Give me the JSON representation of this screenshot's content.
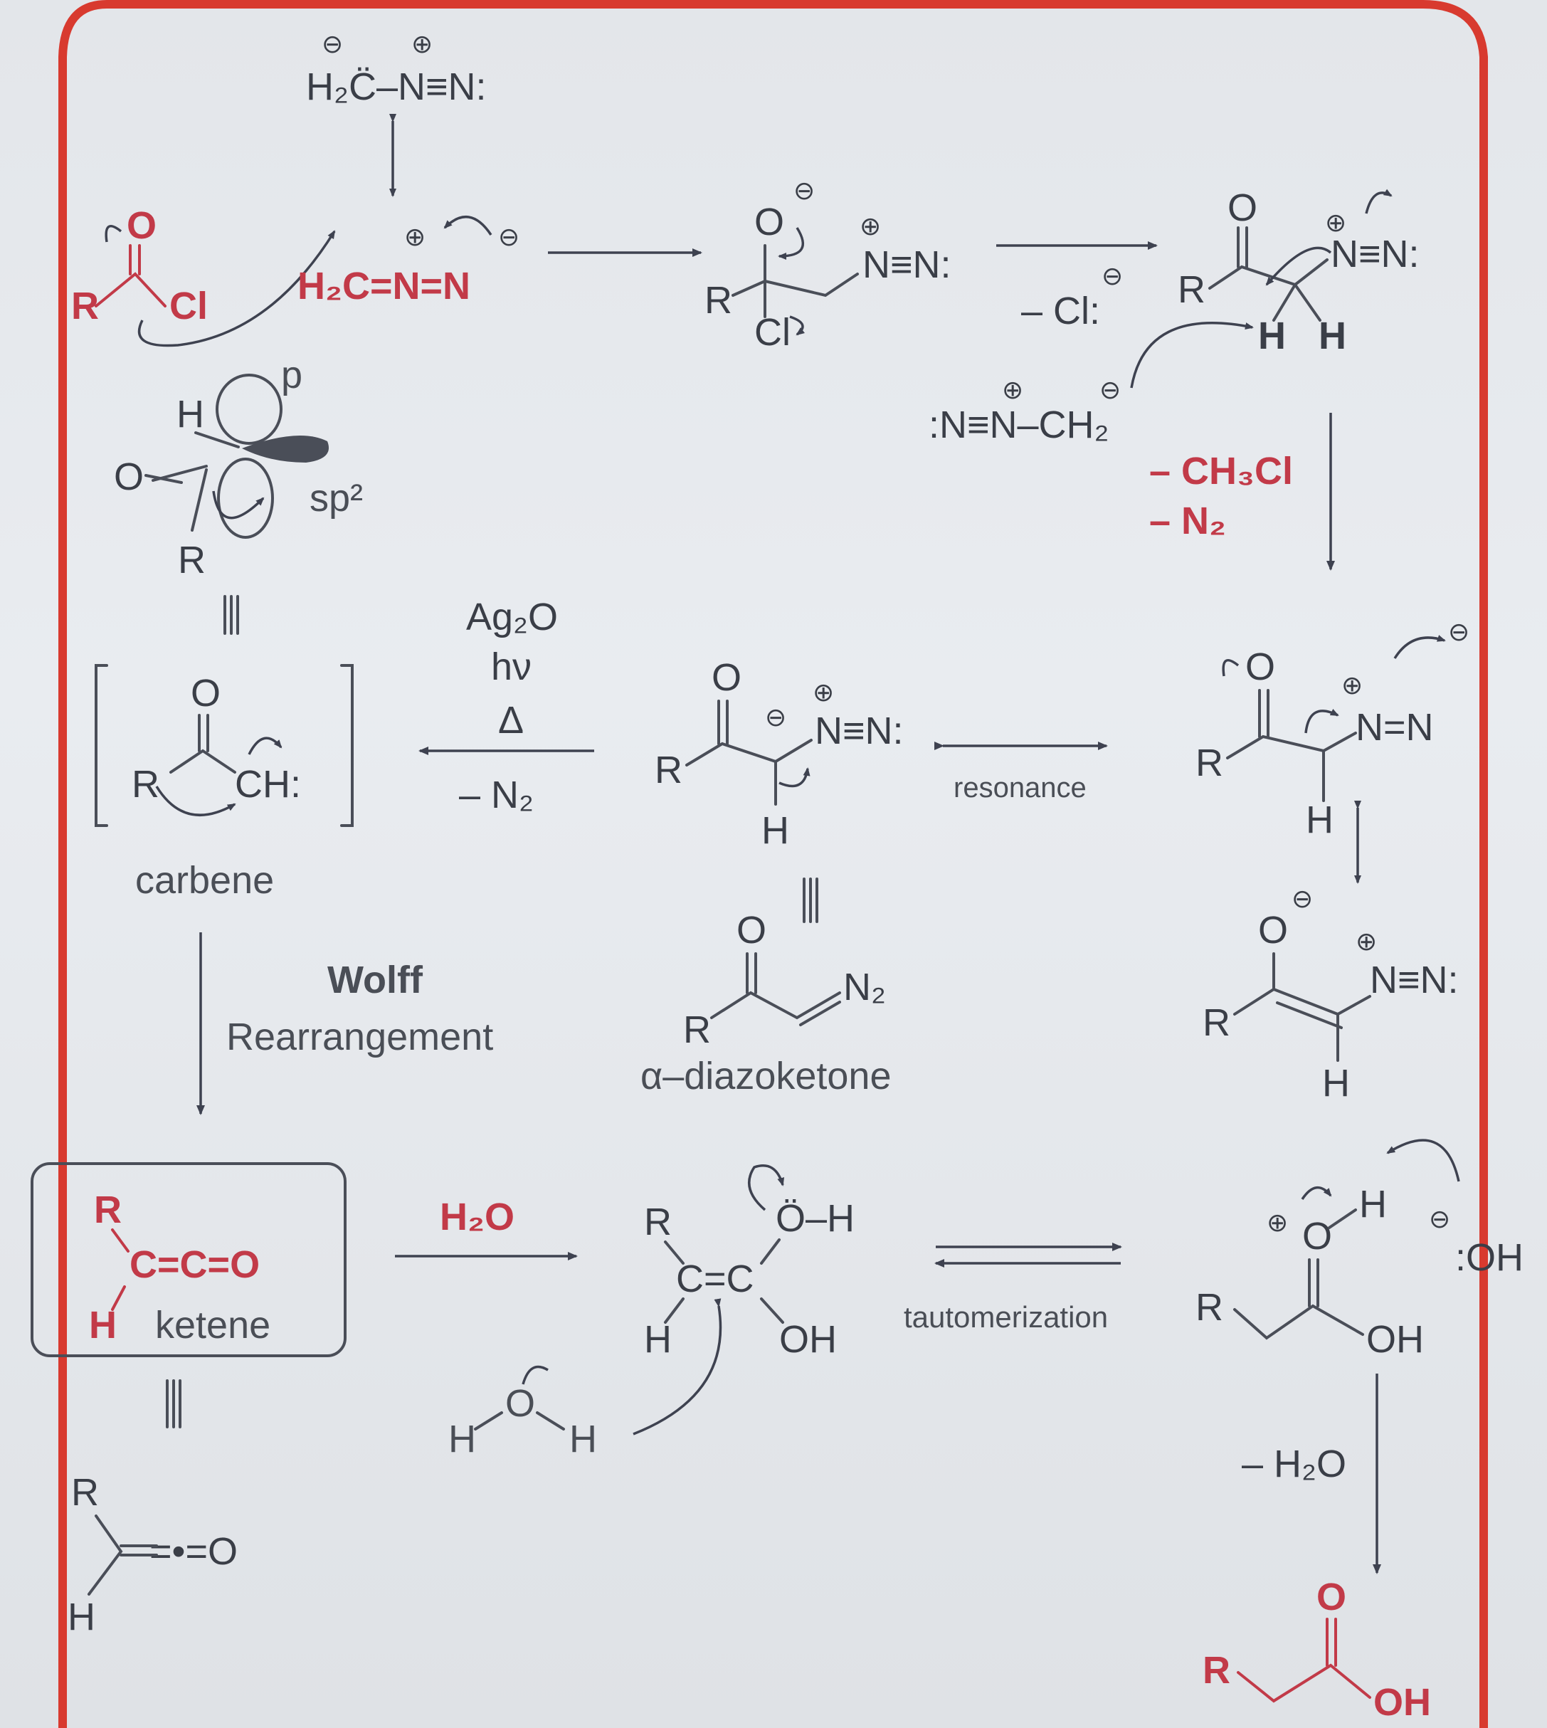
{
  "colors": {
    "frame": "#d83a2f",
    "reagent_text": "#c23a48",
    "structure_text": "#3a3e47",
    "background": "#e6e9ed"
  },
  "diazomethane_resonance": {
    "formula_top": "H₂C̈–N≡N:",
    "formula_main": "H₂C=N=N"
  },
  "acid_chloride": {
    "r": "R",
    "o": "O",
    "cl": "Cl"
  },
  "tetrahedral_intermediate": {
    "r": "R",
    "o": "O",
    "cl": "Cl",
    "n_group": "N≡N:"
  },
  "loss_chloride": {
    "label": "– Cl:"
  },
  "diazonium_ketone": {
    "r": "R",
    "o": "O",
    "n_group": "N≡N:",
    "h_left": "H",
    "h_right": "H"
  },
  "second_diazomethane": {
    "label": ":N≡N–CH₂"
  },
  "byproducts": {
    "line1": "– CH₃Cl",
    "line2": "– N₂"
  },
  "orbital_picture": {
    "p_label": "p",
    "sp2_label": "sp²",
    "h": "H",
    "o": "O",
    "r": "R"
  },
  "carbene": {
    "r": "R",
    "o": "O",
    "ch": "CH:",
    "caption": "carbene"
  },
  "conditions": {
    "line1": "Ag₂O",
    "line2": "hν",
    "line3": "Δ",
    "line4": "– N₂"
  },
  "diazoketone_anion": {
    "r": "R",
    "o": "O",
    "h": "H",
    "n_group": "N≡N:"
  },
  "resonance_label": "resonance",
  "diazoketone_neutral": {
    "r": "R",
    "o": "O",
    "h": "H",
    "n_group": "N=N"
  },
  "enolate_form": {
    "r": "R",
    "o": "O",
    "h": "H",
    "n_group": "N≡N:"
  },
  "alpha_diazoketone": {
    "r": "R",
    "o": "O",
    "n2": "N₂",
    "caption": "α–diazoketone"
  },
  "wolff": {
    "line1": "Wolff",
    "line2": "Rearrangement"
  },
  "ketene": {
    "r": "R",
    "formula": "C=C=O",
    "h": "H",
    "caption": "ketene"
  },
  "ketene_alt": {
    "r": "R",
    "h": "H",
    "tail": "=•=O"
  },
  "water_step": {
    "reagent": "H₂O"
  },
  "enol": {
    "r": "R",
    "oh_top": "Ö–H",
    "cc": "C=C",
    "h": "H",
    "oh": "OH"
  },
  "water_molecule": {
    "h1": "H",
    "o": "O",
    "h2": "H"
  },
  "tautomerization_label": "tautomerization",
  "protonated_acid": {
    "r": "R",
    "o": "O",
    "h": "H",
    "oh": "OH",
    "hydroxide": ":OH"
  },
  "final_step": {
    "label": "– H₂O"
  },
  "final_acid": {
    "r": "R",
    "o": "O",
    "oh": "OH"
  }
}
